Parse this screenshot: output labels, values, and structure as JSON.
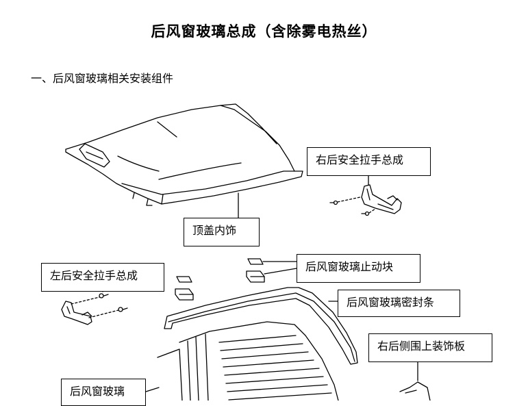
{
  "document": {
    "title": "后风窗玻璃总成（含除雾电热丝）",
    "section_heading": "一、后风窗玻璃相关安装组件"
  },
  "callouts": {
    "right_grab_handle": "右后安全拉手总成",
    "headliner": "顶盖内饰",
    "glass_stopper": "后风窗玻璃止动块",
    "left_grab_handle": "左后安全拉手总成",
    "glass_seal": "后风窗玻璃密封条",
    "right_rear_upper_trim": "右后侧围上装饰板",
    "rear_window_glass": "后风窗玻璃"
  }
}
